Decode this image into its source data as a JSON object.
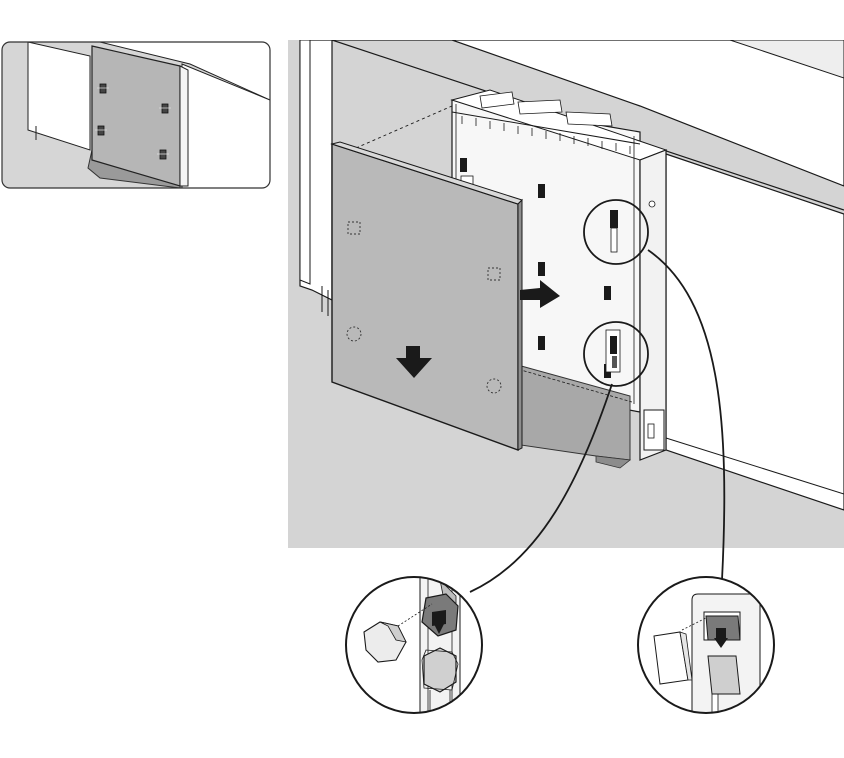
{
  "figure": {
    "inset_overview": "overview-thumbnail",
    "main_view": "panel-mounting-view",
    "detail_left": "lower-bracket-detail",
    "detail_right": "upper-bracket-detail"
  },
  "colors": {
    "background": "#ffffff",
    "floor_gray": "#d4d4d4",
    "panel_gray": "#b9b9b9",
    "panel_edge": "#8e8e8e",
    "plinth_gray": "#a8a8a8",
    "appliance_white": "#f7f7f7",
    "bracket_dark": "#7a7a7a",
    "line": "#1a1a1a"
  },
  "icons": [
    "down-arrow-icon",
    "right-arrow-icon",
    "callout-circle-icon"
  ]
}
